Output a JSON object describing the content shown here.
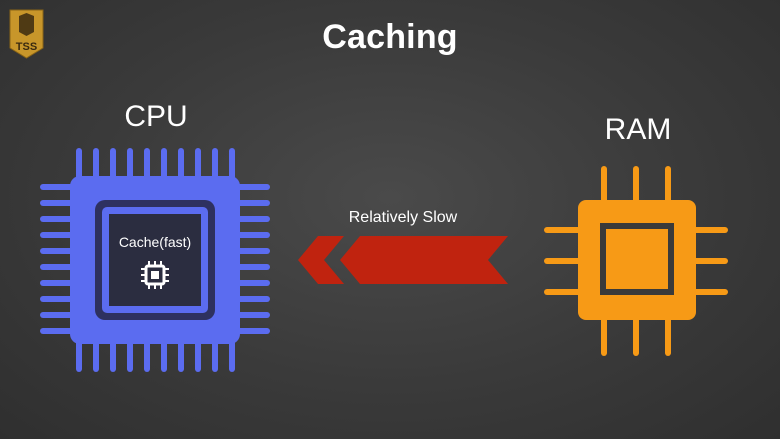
{
  "title": "Caching",
  "logo": {
    "text": "TSS",
    "color": "#c8962a"
  },
  "cpu": {
    "label": "CPU",
    "color": "#5b6cf0",
    "cache_label": "Cache(fast)"
  },
  "ram": {
    "label": "RAM",
    "color": "#f79a16"
  },
  "connection": {
    "label": "Relatively Slow",
    "color": "#c0230f",
    "direction": "toward CPU"
  }
}
